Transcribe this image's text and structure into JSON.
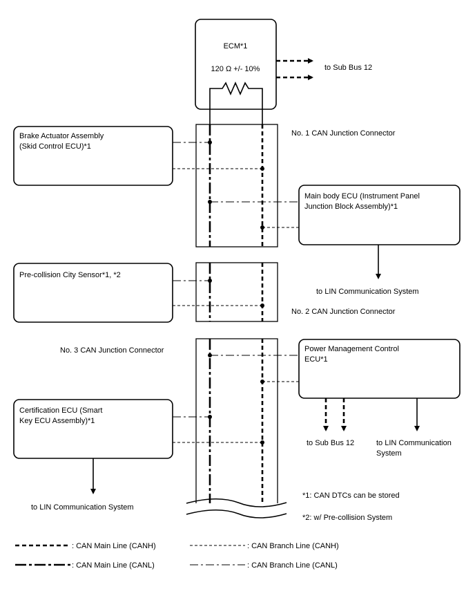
{
  "ecm": {
    "title": "ECM*1",
    "resistor_label": "120 Ω +/- 10%",
    "to_sub_bus": "to Sub Bus 12"
  },
  "connectors": {
    "no1": "No. 1 CAN Junction Connector",
    "no2": "No. 2 CAN Junction Connector",
    "no3": "No. 3 CAN Junction Connector"
  },
  "ecus": {
    "brake": [
      "Brake Actuator Assembly",
      "(Skid Control ECU)*1"
    ],
    "main_body": [
      "Main body ECU (Instrument Panel",
      "Junction Block Assembly)*1"
    ],
    "precollision": [
      "Pre-collision City Sensor*1, *2"
    ],
    "power_mgmt": [
      "Power Management Control",
      "ECU*1"
    ],
    "certification": [
      "Certification ECU (Smart",
      "Key ECU Assembly)*1"
    ]
  },
  "destinations": {
    "lin_main_body": "to LIN Communication System",
    "sub_bus_pm": "to Sub Bus 12",
    "lin_pm": [
      "to LIN Communication",
      "System"
    ],
    "lin_cert": "to LIN Communication System"
  },
  "notes": {
    "n1": "*1: CAN DTCs can be stored",
    "n2": "*2: w/ Pre-collision System"
  },
  "legend": {
    "canh_main": ": CAN Main Line (CANH)",
    "canl_main": ": CAN Main Line (CANL)",
    "canh_branch": ": CAN Branch Line (CANH)",
    "canl_branch": ": CAN Branch Line (CANL)"
  }
}
